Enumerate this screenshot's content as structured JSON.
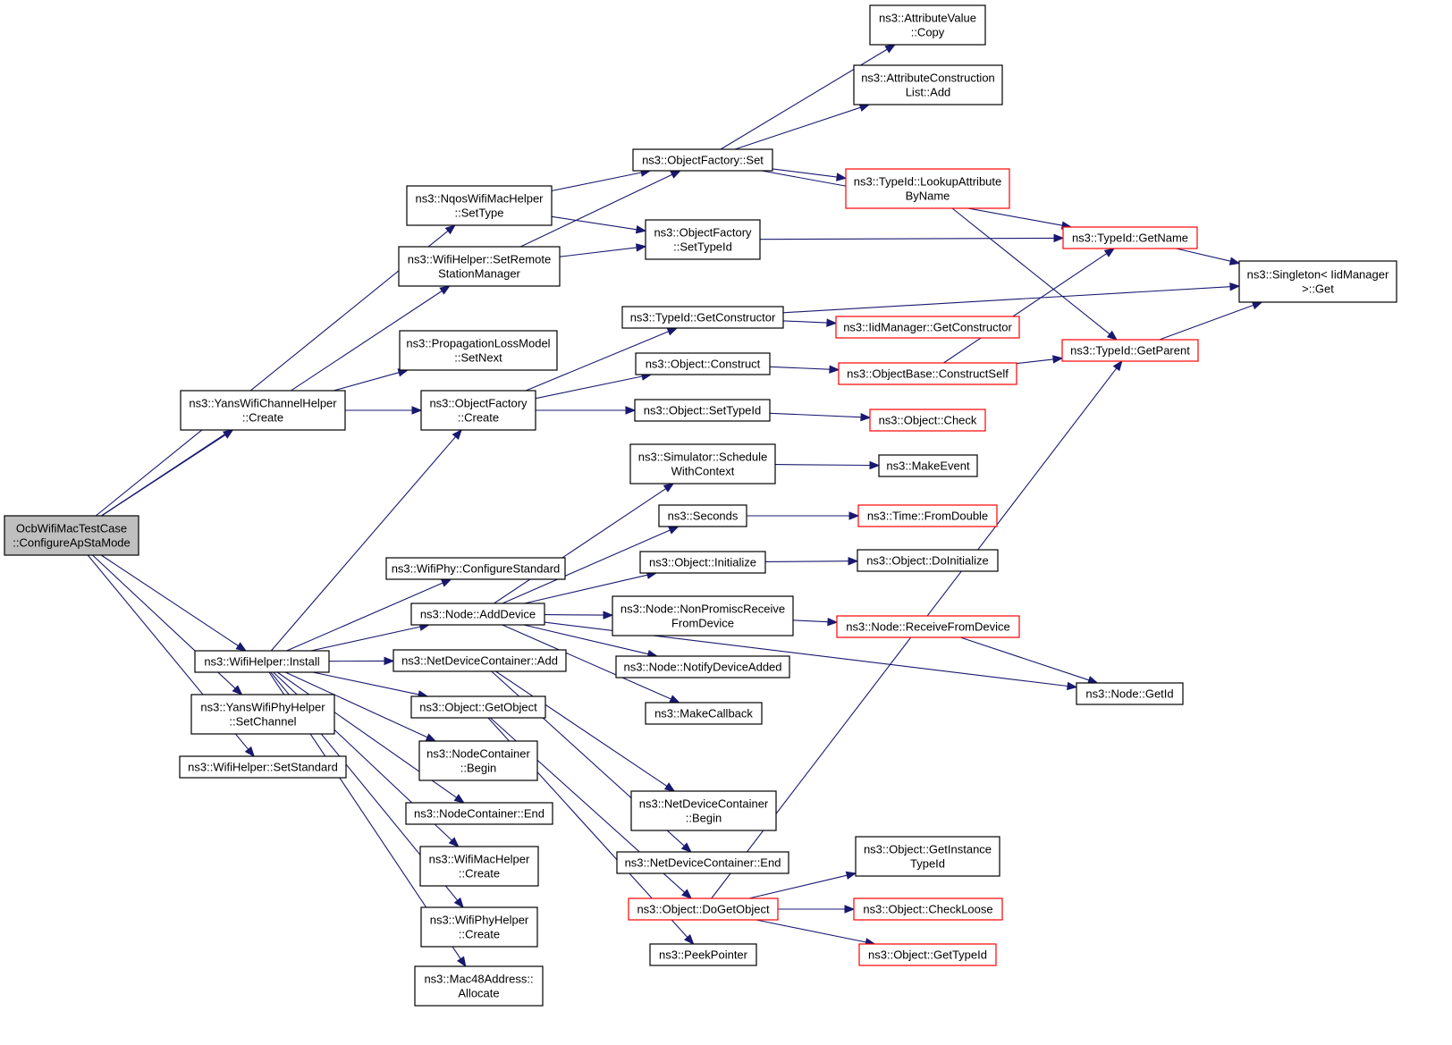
{
  "colors": {
    "edge": "#191970",
    "border_normal": "#000000",
    "border_truncated": "#ff0000",
    "fill_root": "#bfbfbf",
    "fill_normal": "#ffffff"
  },
  "nodes": [
    {
      "id": "root",
      "lines": [
        "OcbWifiMacTestCase",
        "::ConfigureApStaMode"
      ],
      "style": "root"
    },
    {
      "id": "nqos_settype",
      "lines": [
        "ns3::NqosWifiMacHelper",
        "::SetType"
      ],
      "style": "normal"
    },
    {
      "id": "wifihelper_setremote",
      "lines": [
        "ns3::WifiHelper::SetRemote",
        "StationManager"
      ],
      "style": "normal"
    },
    {
      "id": "yanschannel_create",
      "lines": [
        "ns3::YansWifiChannelHelper",
        "::Create"
      ],
      "style": "normal"
    },
    {
      "id": "wifihelper_install",
      "lines": [
        "ns3::WifiHelper::Install"
      ],
      "style": "normal"
    },
    {
      "id": "yansphy_setchannel",
      "lines": [
        "ns3::YansWifiPhyHelper",
        "::SetChannel"
      ],
      "style": "normal"
    },
    {
      "id": "wifihelper_setstandard",
      "lines": [
        "ns3::WifiHelper::SetStandard"
      ],
      "style": "normal"
    },
    {
      "id": "objfactory_set",
      "lines": [
        "ns3::ObjectFactory::Set"
      ],
      "style": "normal"
    },
    {
      "id": "objfactory_settypeid",
      "lines": [
        "ns3::ObjectFactory",
        "::SetTypeId"
      ],
      "style": "normal"
    },
    {
      "id": "proploss_setnext",
      "lines": [
        "ns3::PropagationLossModel",
        "::SetNext"
      ],
      "style": "normal"
    },
    {
      "id": "objfactory_create",
      "lines": [
        "ns3::ObjectFactory",
        "::Create"
      ],
      "style": "normal"
    },
    {
      "id": "wifiphy_configstd",
      "lines": [
        "ns3::WifiPhy::ConfigureStandard"
      ],
      "style": "normal"
    },
    {
      "id": "node_adddevice",
      "lines": [
        "ns3::Node::AddDevice"
      ],
      "style": "normal"
    },
    {
      "id": "ndc_add",
      "lines": [
        "ns3::NetDeviceContainer::Add"
      ],
      "style": "normal"
    },
    {
      "id": "object_getobject",
      "lines": [
        "ns3::Object::GetObject"
      ],
      "style": "normal"
    },
    {
      "id": "nodecontainer_begin",
      "lines": [
        "ns3::NodeContainer",
        "::Begin"
      ],
      "style": "normal"
    },
    {
      "id": "nodecontainer_end",
      "lines": [
        "ns3::NodeContainer::End"
      ],
      "style": "normal"
    },
    {
      "id": "wifimachelper_create",
      "lines": [
        "ns3::WifiMacHelper",
        "::Create"
      ],
      "style": "normal"
    },
    {
      "id": "wifiphyhelper_create",
      "lines": [
        "ns3::WifiPhyHelper",
        "::Create"
      ],
      "style": "normal"
    },
    {
      "id": "mac48_allocate",
      "lines": [
        "ns3::Mac48Address::",
        "Allocate"
      ],
      "style": "normal"
    },
    {
      "id": "attrvalue_copy",
      "lines": [
        "ns3::AttributeValue",
        "::Copy"
      ],
      "style": "normal"
    },
    {
      "id": "attrconstr_add",
      "lines": [
        "ns3::AttributeConstruction",
        "List::Add"
      ],
      "style": "normal"
    },
    {
      "id": "typeid_lookup",
      "lines": [
        "ns3::TypeId::LookupAttribute",
        "ByName"
      ],
      "style": "truncated"
    },
    {
      "id": "typeid_getconstructor",
      "lines": [
        "ns3::TypeId::GetConstructor"
      ],
      "style": "normal"
    },
    {
      "id": "object_construct",
      "lines": [
        "ns3::Object::Construct"
      ],
      "style": "normal"
    },
    {
      "id": "object_settypeid",
      "lines": [
        "ns3::Object::SetTypeId"
      ],
      "style": "normal"
    },
    {
      "id": "sim_schedule",
      "lines": [
        "ns3::Simulator::Schedule",
        "WithContext"
      ],
      "style": "normal"
    },
    {
      "id": "seconds",
      "lines": [
        "ns3::Seconds"
      ],
      "style": "normal"
    },
    {
      "id": "object_initialize",
      "lines": [
        "ns3::Object::Initialize"
      ],
      "style": "normal"
    },
    {
      "id": "node_nonpromisc",
      "lines": [
        "ns3::Node::NonPromiscReceive",
        "FromDevice"
      ],
      "style": "normal"
    },
    {
      "id": "node_notify",
      "lines": [
        "ns3::Node::NotifyDeviceAdded"
      ],
      "style": "normal"
    },
    {
      "id": "makecallback",
      "lines": [
        "ns3::MakeCallback"
      ],
      "style": "normal"
    },
    {
      "id": "ndc_begin",
      "lines": [
        "ns3::NetDeviceContainer",
        "::Begin"
      ],
      "style": "normal"
    },
    {
      "id": "ndc_end",
      "lines": [
        "ns3::NetDeviceContainer::End"
      ],
      "style": "normal"
    },
    {
      "id": "object_dogetobject",
      "lines": [
        "ns3::Object::DoGetObject"
      ],
      "style": "truncated"
    },
    {
      "id": "peekpointer",
      "lines": [
        "ns3::PeekPointer"
      ],
      "style": "normal"
    },
    {
      "id": "iidmanager_getconstructor",
      "lines": [
        "ns3::IidManager::GetConstructor"
      ],
      "style": "truncated"
    },
    {
      "id": "objectbase_constructself",
      "lines": [
        "ns3::ObjectBase::ConstructSelf"
      ],
      "style": "truncated"
    },
    {
      "id": "object_check",
      "lines": [
        "ns3::Object::Check"
      ],
      "style": "truncated"
    },
    {
      "id": "makeevent",
      "lines": [
        "ns3::MakeEvent"
      ],
      "style": "normal"
    },
    {
      "id": "time_fromdouble",
      "lines": [
        "ns3::Time::FromDouble"
      ],
      "style": "truncated"
    },
    {
      "id": "object_doinitialize",
      "lines": [
        "ns3::Object::DoInitialize"
      ],
      "style": "normal"
    },
    {
      "id": "node_receivefromdevice",
      "lines": [
        "ns3::Node::ReceiveFromDevice"
      ],
      "style": "truncated"
    },
    {
      "id": "object_getinstancetypeid",
      "lines": [
        "ns3::Object::GetInstance",
        "TypeId"
      ],
      "style": "normal"
    },
    {
      "id": "object_checkloose",
      "lines": [
        "ns3::Object::CheckLoose"
      ],
      "style": "truncated"
    },
    {
      "id": "object_gettypeid",
      "lines": [
        "ns3::Object::GetTypeId"
      ],
      "style": "truncated"
    },
    {
      "id": "typeid_getname",
      "lines": [
        "ns3::TypeId::GetName"
      ],
      "style": "truncated"
    },
    {
      "id": "typeid_getparent",
      "lines": [
        "ns3::TypeId::GetParent"
      ],
      "style": "truncated"
    },
    {
      "id": "node_getid",
      "lines": [
        "ns3::Node::GetId"
      ],
      "style": "normal"
    },
    {
      "id": "singleton_get",
      "lines": [
        "ns3::Singleton< IidManager",
        ">::Get"
      ],
      "style": "normal"
    }
  ],
  "edges": [
    [
      "root",
      "nqos_settype"
    ],
    [
      "root",
      "wifihelper_setremote"
    ],
    [
      "root",
      "yanschannel_create"
    ],
    [
      "root",
      "wifihelper_install"
    ],
    [
      "root",
      "yansphy_setchannel"
    ],
    [
      "root",
      "wifihelper_setstandard"
    ],
    [
      "nqos_settype",
      "objfactory_set"
    ],
    [
      "nqos_settype",
      "objfactory_settypeid"
    ],
    [
      "wifihelper_setremote",
      "objfactory_set"
    ],
    [
      "wifihelper_setremote",
      "objfactory_settypeid"
    ],
    [
      "yanschannel_create",
      "proploss_setnext"
    ],
    [
      "yanschannel_create",
      "objfactory_create"
    ],
    [
      "wifihelper_install",
      "objfactory_create"
    ],
    [
      "wifihelper_install",
      "wifiphy_configstd"
    ],
    [
      "wifihelper_install",
      "node_adddevice"
    ],
    [
      "wifihelper_install",
      "ndc_add"
    ],
    [
      "wifihelper_install",
      "object_getobject"
    ],
    [
      "wifihelper_install",
      "nodecontainer_begin"
    ],
    [
      "wifihelper_install",
      "nodecontainer_end"
    ],
    [
      "wifihelper_install",
      "wifimachelper_create"
    ],
    [
      "wifihelper_install",
      "wifiphyhelper_create"
    ],
    [
      "wifihelper_install",
      "mac48_allocate"
    ],
    [
      "objfactory_set",
      "attrvalue_copy"
    ],
    [
      "objfactory_set",
      "attrconstr_add"
    ],
    [
      "objfactory_set",
      "typeid_lookup"
    ],
    [
      "objfactory_set",
      "typeid_getname"
    ],
    [
      "objfactory_settypeid",
      "typeid_getname"
    ],
    [
      "objfactory_create",
      "typeid_getconstructor"
    ],
    [
      "objfactory_create",
      "object_construct"
    ],
    [
      "objfactory_create",
      "object_settypeid"
    ],
    [
      "typeid_lookup",
      "typeid_getparent"
    ],
    [
      "typeid_getconstructor",
      "iidmanager_getconstructor"
    ],
    [
      "typeid_getconstructor",
      "singleton_get"
    ],
    [
      "object_construct",
      "objectbase_constructself"
    ],
    [
      "object_settypeid",
      "object_check"
    ],
    [
      "objectbase_constructself",
      "typeid_getname"
    ],
    [
      "objectbase_constructself",
      "typeid_getparent"
    ],
    [
      "typeid_getname",
      "singleton_get"
    ],
    [
      "typeid_getparent",
      "singleton_get"
    ],
    [
      "node_adddevice",
      "sim_schedule"
    ],
    [
      "node_adddevice",
      "seconds"
    ],
    [
      "node_adddevice",
      "object_initialize"
    ],
    [
      "node_adddevice",
      "node_nonpromisc"
    ],
    [
      "node_adddevice",
      "node_notify"
    ],
    [
      "node_adddevice",
      "makecallback"
    ],
    [
      "node_adddevice",
      "node_getid"
    ],
    [
      "sim_schedule",
      "makeevent"
    ],
    [
      "seconds",
      "time_fromdouble"
    ],
    [
      "object_initialize",
      "object_doinitialize"
    ],
    [
      "node_nonpromisc",
      "node_receivefromdevice"
    ],
    [
      "node_receivefromdevice",
      "node_getid"
    ],
    [
      "ndc_add",
      "ndc_begin"
    ],
    [
      "ndc_add",
      "ndc_end"
    ],
    [
      "object_getobject",
      "object_dogetobject"
    ],
    [
      "object_getobject",
      "peekpointer"
    ],
    [
      "object_dogetobject",
      "object_getinstancetypeid"
    ],
    [
      "object_dogetobject",
      "object_checkloose"
    ],
    [
      "object_dogetobject",
      "object_gettypeid"
    ],
    [
      "object_dogetobject",
      "typeid_getparent"
    ]
  ]
}
